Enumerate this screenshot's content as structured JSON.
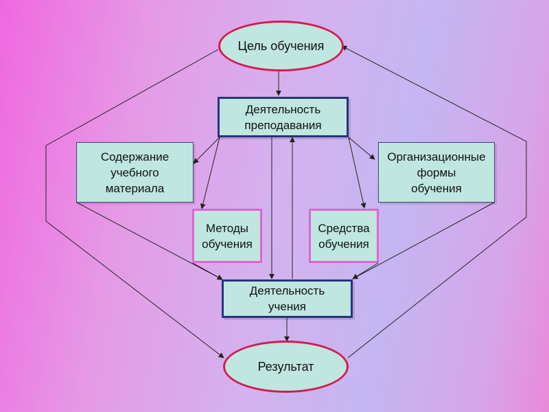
{
  "diagram": {
    "nodes": {
      "goal": "Цель обучения",
      "teaching": "Деятельность\nпреподавания",
      "content": "Содержание\nучебного\nматериала",
      "forms": "Организационные\nформы\nобучения",
      "methods": "Методы\nобучения",
      "means": "Средства\nобучения",
      "learning": "Деятельность\nучения",
      "result": "Результат"
    },
    "colors": {
      "node_fill": "#bfe6df",
      "ellipse_border": "#d51a4e",
      "box_border": "#26347a",
      "pink_border": "#e064d0",
      "arrow": "#222222"
    }
  }
}
